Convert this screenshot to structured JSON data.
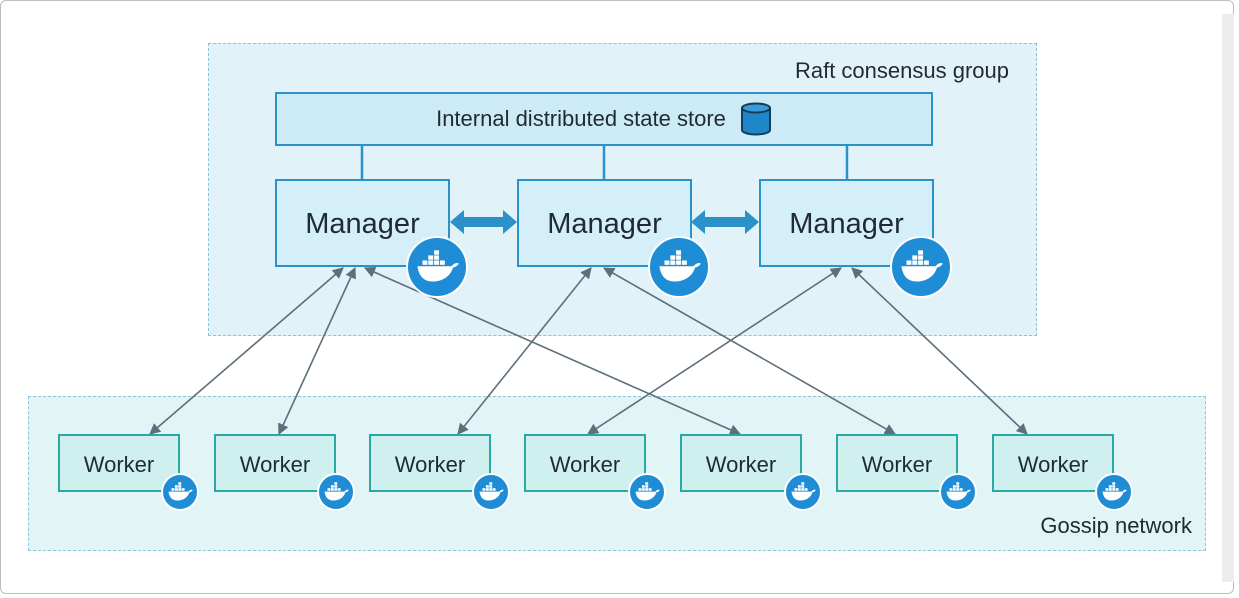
{
  "groups": {
    "raft_label": "Raft consensus group",
    "gossip_label": "Gossip network"
  },
  "store": {
    "label": "Internal distributed state store",
    "icon": "database-icon"
  },
  "managers": [
    {
      "label": "Manager",
      "icon": "docker-whale-icon"
    },
    {
      "label": "Manager",
      "icon": "docker-whale-icon"
    },
    {
      "label": "Manager",
      "icon": "docker-whale-icon"
    }
  ],
  "workers": [
    {
      "label": "Worker",
      "icon": "docker-whale-icon"
    },
    {
      "label": "Worker",
      "icon": "docker-whale-icon"
    },
    {
      "label": "Worker",
      "icon": "docker-whale-icon"
    },
    {
      "label": "Worker",
      "icon": "docker-whale-icon"
    },
    {
      "label": "Worker",
      "icon": "docker-whale-icon"
    },
    {
      "label": "Worker",
      "icon": "docker-whale-icon"
    },
    {
      "label": "Worker",
      "icon": "docker-whale-icon"
    }
  ],
  "colors": {
    "manager_border": "#2b91c9",
    "worker_border": "#2aa8a4",
    "badge": "#1f8dd6",
    "arrow": "#5c6f7a"
  }
}
